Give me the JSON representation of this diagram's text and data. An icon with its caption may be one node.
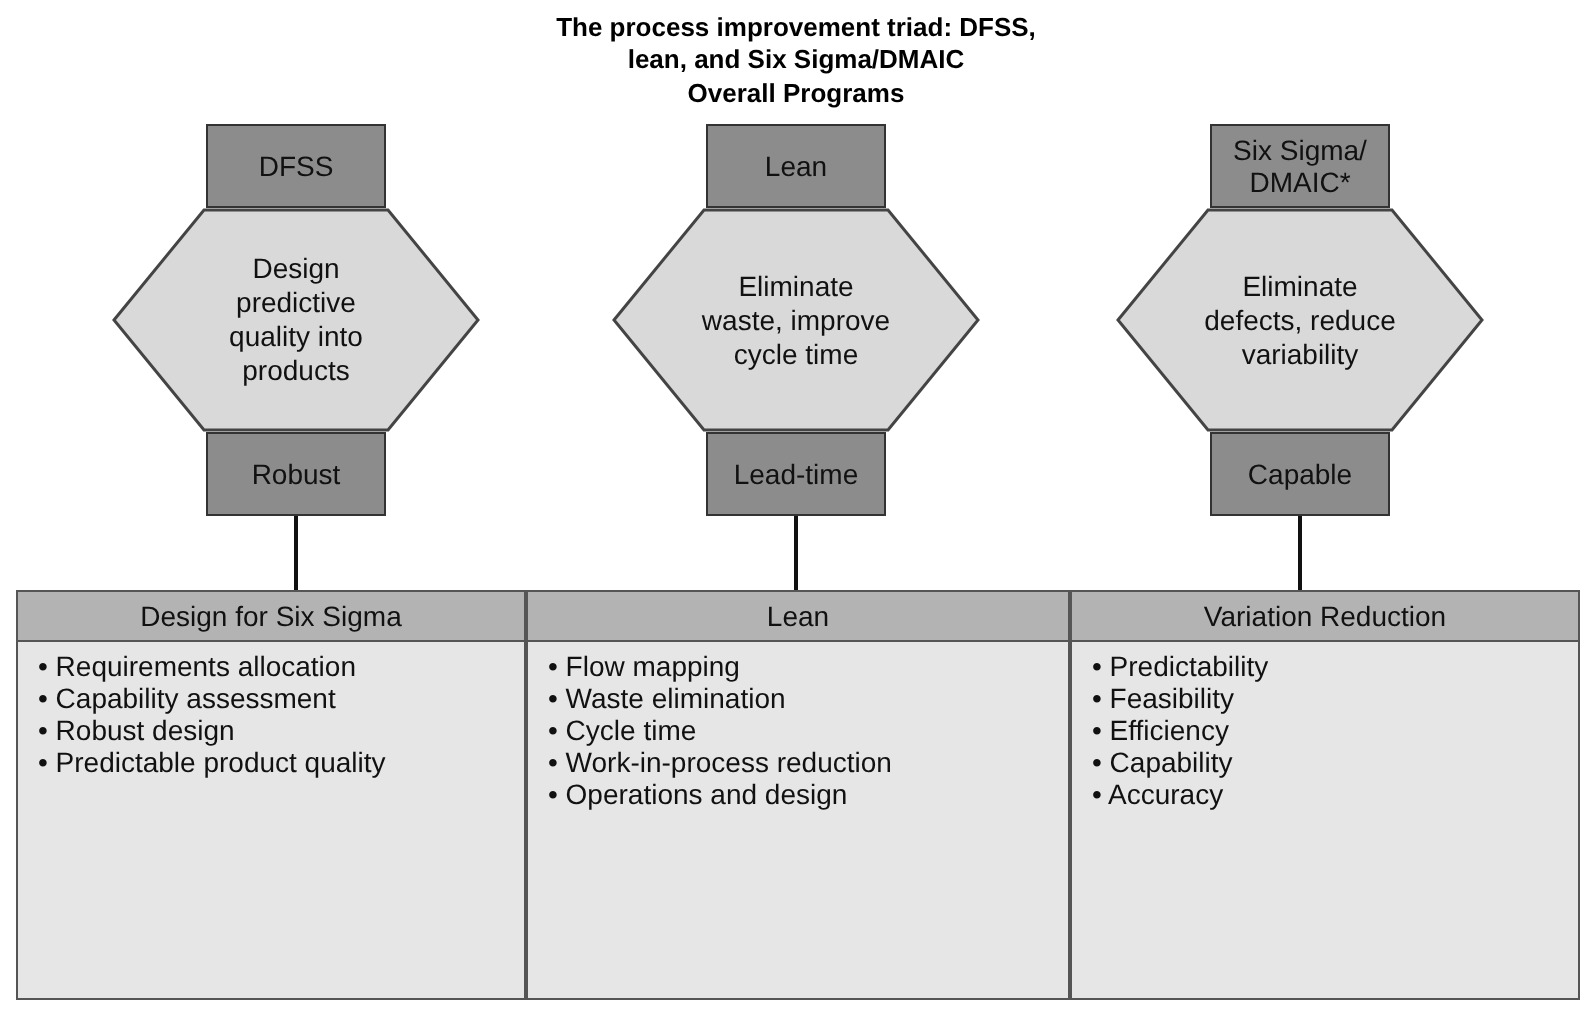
{
  "diagram": {
    "title": "The process improvement triad: DFSS, lean, and Six Sigma/DMAIC",
    "nodes": [
      {
        "text": [
          "DFSS"
        ]
      },
      {
        "text": [
          "Design predictive quality into products"
        ]
      },
      {
        "text": [
          "Robust"
        ]
      },
      {
        "text": [
          "Lean"
        ]
      },
      {
        "text": [
          "Eliminate waste, improve cycle time"
        ]
      },
      {
        "text": [
          "Lead-time"
        ]
      },
      {
        "text": [
          "Six Sigma/ DMAIC*"
        ]
      },
      {
        "text": [
          "Eliminate defects, reduce variability"
        ]
      },
      {
        "text": [
          "Capable"
        ]
      },
      {
        "text": [
          "Design for Six Sigma",
          "• Requirements allocation",
          "• Capability assessment",
          "• Robust design",
          "• Predictable product quality"
        ]
      },
      {
        "text": [
          "Lean",
          "• Flow mapping",
          "• Waste elimination",
          "• Cycle time",
          "• Work-in-process reduction",
          "• Operations and design"
        ]
      },
      {
        "text": [
          "Variation Reduction",
          "• Predictability",
          "• Feasibility",
          "• Efficiency",
          "• Capability",
          "• Accuracy"
        ]
      }
    ],
    "edges": [
      {
        "from": 2,
        "to": 9,
        "arrow": "none"
      },
      {
        "from": 5,
        "to": 10,
        "arrow": "none"
      },
      {
        "from": 8,
        "to": 11,
        "arrow": "none"
      }
    ],
    "labels": [
      "Overall Programs"
    ]
  }
}
